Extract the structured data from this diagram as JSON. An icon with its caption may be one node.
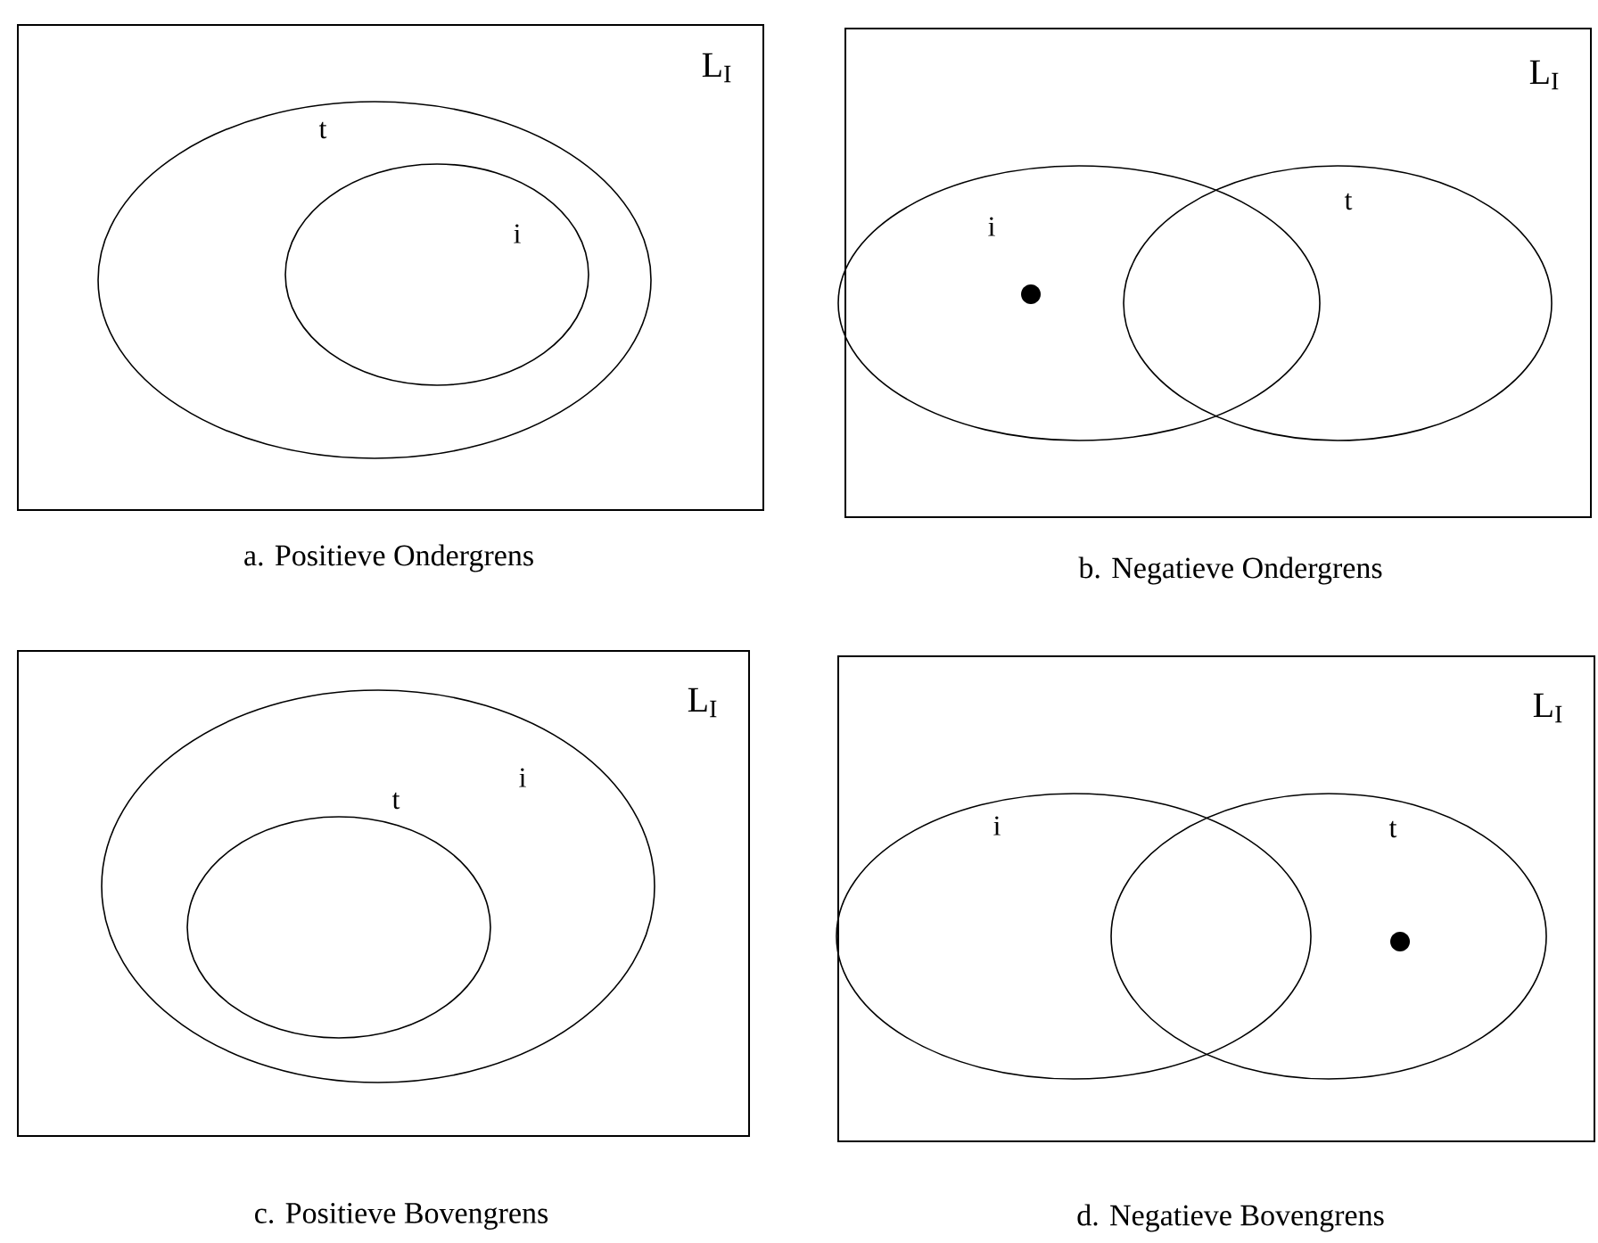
{
  "diagram": {
    "nodes": [
      {
        "text": [
          "L$_{I}$"
        ],
        "beside": [
          "a. Positieve Ondergrens"
        ]
      },
      {
        "text": [
          "t"
        ],
        "in": 0
      },
      {
        "text": [
          "i"
        ],
        "in": 1
      },
      {
        "text": [
          "L$_{I}$"
        ],
        "beside": [
          "b. Negatieve Ondergrens"
        ]
      },
      {
        "text": [
          "i"
        ],
        "in": 3
      },
      {
        "text": [
          "t"
        ],
        "in": 3
      },
      {
        "text": [
          "L$_{I}$"
        ],
        "beside": [
          "c. Positieve Bovengrens"
        ]
      },
      {
        "text": [
          "i"
        ],
        "in": 6
      },
      {
        "text": [
          "t"
        ],
        "in": 7
      },
      {
        "text": [
          "L$_{I}$"
        ],
        "beside": [
          "d. Negatieve Bovengrens"
        ]
      },
      {
        "text": [
          "i"
        ],
        "in": 9
      },
      {
        "text": [
          "t"
        ],
        "in": 9
      }
    ]
  }
}
